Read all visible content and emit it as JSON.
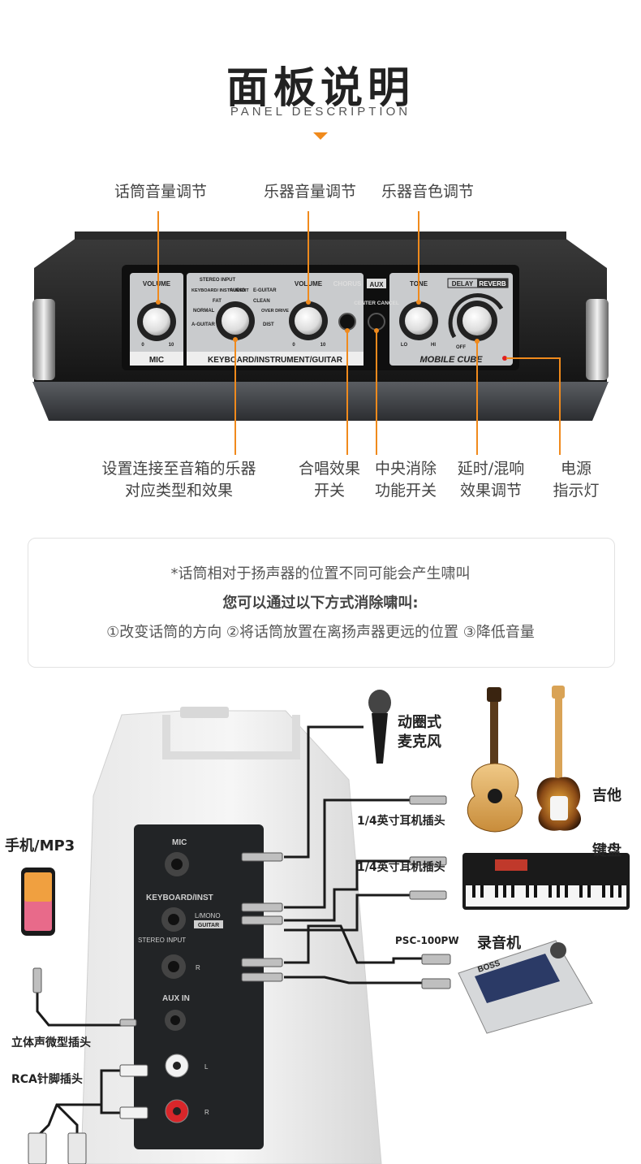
{
  "header": {
    "title": "面板说明",
    "subtitle": "PANEL DESCRIPTION"
  },
  "top_callouts": {
    "mic_volume": "话筒音量调节",
    "inst_volume": "乐器音量调节",
    "inst_tone": "乐器音色调节"
  },
  "bottom_callouts": {
    "instrument_type": [
      "设置连接至音箱的乐器",
      "对应类型和效果"
    ],
    "chorus": [
      "合唱效果",
      "开关"
    ],
    "center_cancel": [
      "中央消除",
      "功能开关"
    ],
    "delay_reverb": [
      "延时/混响",
      "效果调节"
    ],
    "power": [
      "电源",
      "指示灯"
    ]
  },
  "panel": {
    "volume_label": "VOLUME",
    "mic_label": "MIC",
    "stereo_input": "STEREO INPUT",
    "keyboard_instrument": "KEYBOARD/ INSTRUMENT",
    "fat": "FAT",
    "normal": "NORMAL",
    "a_guitar": "A-GUITAR",
    "audio": "AUDIO",
    "e_guitar": "E-GUITAR",
    "clean": "CLEAN",
    "over_drive": "OVER DRIVE",
    "dist": "DIST",
    "kb_inst_guitar": "KEYBOARD/INSTRUMENT/GUITAR",
    "chorus": "CHORUS",
    "aux": "AUX",
    "center_cancel": "CENTER CANCEL",
    "tone": "TONE",
    "lo": "LO",
    "hi": "HI",
    "delay": "DELAY",
    "reverb": "REVERB",
    "off": "OFF",
    "brand": "MOBILE CUBE",
    "zero": "0",
    "ten": "10"
  },
  "notice": {
    "line1": "*话筒相对于扬声器的位置不同可能会产生啸叫",
    "line2": "您可以通过以下方式消除啸叫:",
    "line3": "①改变话筒的方向  ②将话筒放置在离扬声器更远的位置  ③降低音量"
  },
  "connections": {
    "dynamic_mic": [
      "动圈式",
      "麦克风"
    ],
    "guitar": "吉他",
    "keyboard": "键盘",
    "plug_quarter_1": "1/4英寸耳机插头",
    "plug_quarter_2": "1/4英寸耳机插头",
    "phone_mp3": "手机/MP3",
    "recorder": "录音机",
    "psc": "PSC-100PW",
    "stereo_mini": "立体声微型插头",
    "rca": "RCA针脚插头",
    "side_mic": "MIC",
    "side_kb_inst": "KEYBOARD/INST",
    "side_l_mono": "L/MONO",
    "side_guitar": "GUITAR",
    "side_stereo_input": "STEREO INPUT",
    "side_r": "R",
    "side_aux_in": "AUX IN",
    "side_l": "L",
    "recorder_brand": "BOSS"
  },
  "colors": {
    "accent": "#f08a1c",
    "panel_dark": "#1e1e1e",
    "panel_silver": "#c9cbcd"
  }
}
